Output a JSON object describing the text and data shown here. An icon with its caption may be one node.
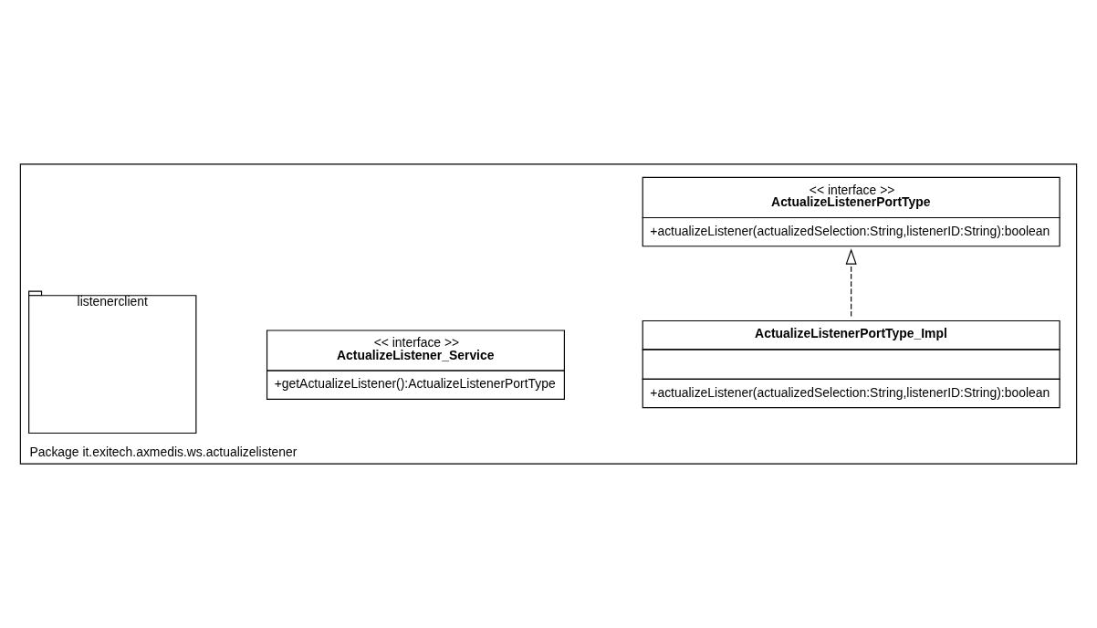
{
  "diagram": {
    "nodes": [
      {
        "text": [
          "Package it.exitech.axmedis.ws.actualizelistener"
        ]
      },
      {
        "text": [
          "<< interface >>",
          "ActualizeListenerPortType",
          "+actualizeListener(actualizedSelection:String,listenerID:String):boolean"
        ],
        "in": 0
      },
      {
        "text": [
          "ActualizeListenerPortType_Impl",
          "+actualizeListener(actualizedSelection:String,listenerID:String):boolean"
        ],
        "in": 0
      },
      {
        "text": [
          "<< interface >>",
          "ActualizeListener_Service",
          "+getActualizeListener():ActualizeListenerPortType"
        ],
        "in": 0
      },
      {
        "text": [
          "listenerclient"
        ],
        "in": 0
      }
    ],
    "edges": [
      {
        "from": 2,
        "to": 1,
        "arrow": "to",
        "style": "dashed"
      }
    ]
  }
}
